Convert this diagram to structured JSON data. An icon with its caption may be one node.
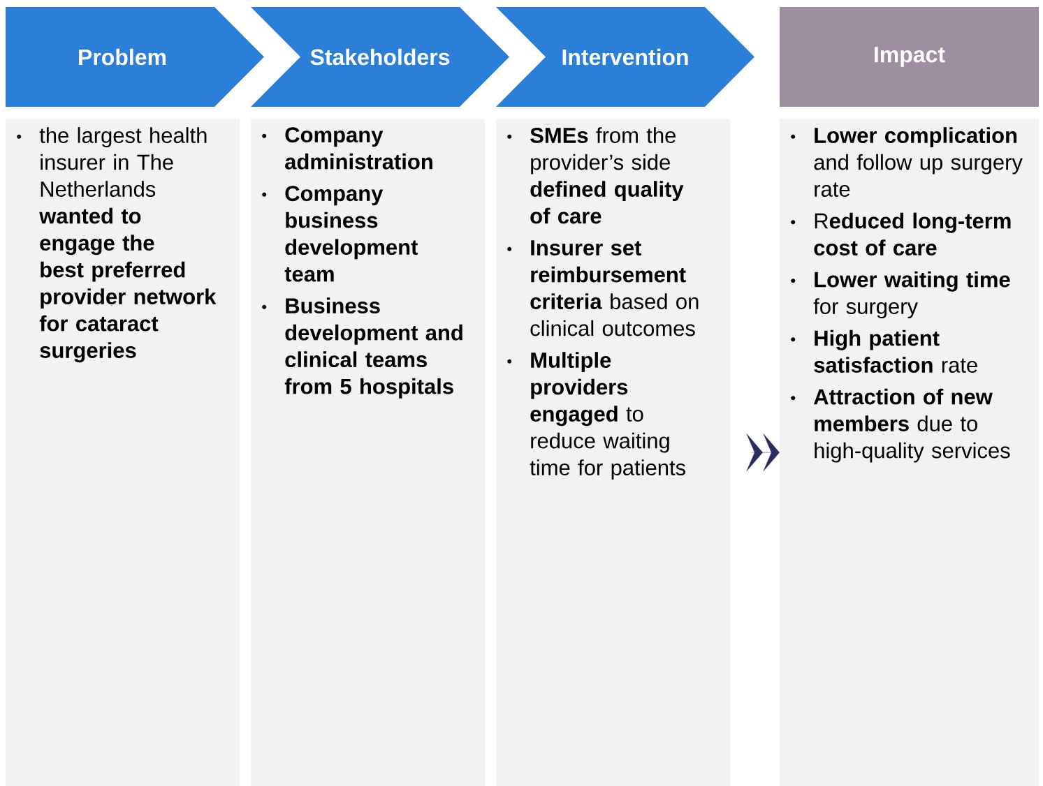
{
  "diagram": {
    "nodes": [
      {
        "text": [
          "Problem"
        ]
      },
      {
        "text": [
          "Stakeholders"
        ]
      },
      {
        "text": [
          "Intervention"
        ]
      },
      {
        "text": [
          "Impact"
        ]
      },
      {
        "text": [
          "the largest health insurer in The Netherlands **wanted to engage the best preferred provider network for cataract surgeries**"
        ]
      },
      {
        "text": [
          "**Company administration**",
          "**Company business development team**",
          "**Business development and clinical teams from 5 hospitals**"
        ]
      },
      {
        "text": [
          "**SMEs** from the provider’s side **defined quality of care**",
          "**Insurer set reimbursement criteria** based on clinical outcomes",
          "**Multiple providers engaged** to reduce waiting time for patients"
        ]
      },
      {
        "text": [
          "**Lower complication** and follow up surgery rate",
          "R**educed long-term cost of care**",
          "**Lower waiting time** for surgery",
          "**High patient satisfaction** rate",
          "**Attraction of new members** due to high-quality services"
        ]
      }
    ],
    "edges": [
      {
        "from": 6,
        "to": 7,
        "arrow": "to"
      }
    ]
  }
}
